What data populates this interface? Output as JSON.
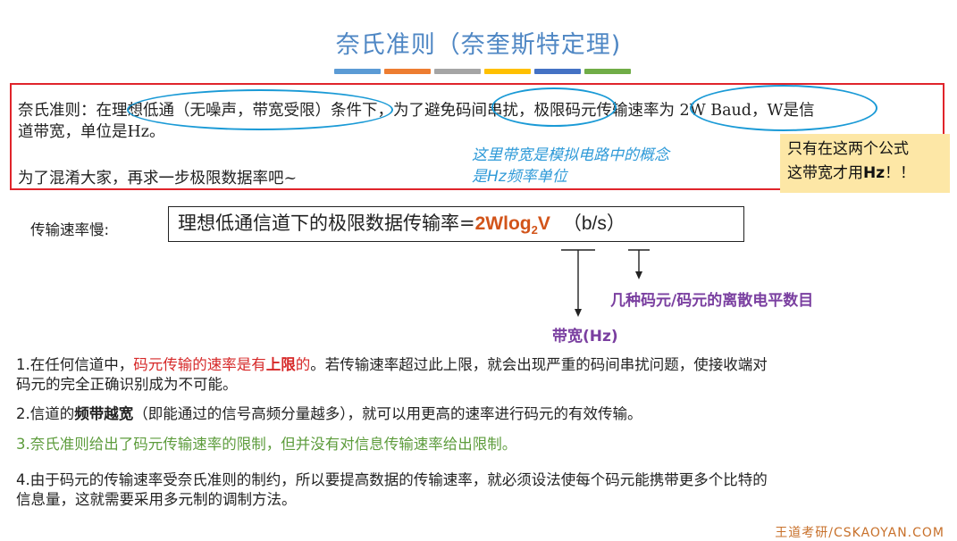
{
  "slide": {
    "title": "奈氏准则（奈奎斯特定理)",
    "color_bars": [
      "#5b9bd5",
      "#ed7d31",
      "#a5a5a5",
      "#ffc000",
      "#4472c4",
      "#70ad47"
    ],
    "definition": {
      "line1": "奈氏准则：在理想低通（无噪声，带宽受限）条件下，为了避免码间串扰，极限码元传输速率为 2W Baud，W是信",
      "line2": "道带宽，单位是Hz。",
      "line3": "为了混淆大家，再求一步极限数据率吧~"
    },
    "note_blue": {
      "line1": "这里带宽是模拟电路中的概念",
      "line2": "是Hz频率单位"
    },
    "note_yellow": {
      "line1": "只有在这两个公式",
      "line2_a": "这带宽才用",
      "line2_b": "Hz",
      "line2_c": "！！"
    },
    "formula": {
      "label": "传输速率慢:",
      "text": "理想低通信道下的极限数据传输率=",
      "expr_a": "2Wlog",
      "expr_sub": "2",
      "expr_b": "V",
      "unit": "（b/s）"
    },
    "annotations": {
      "levels": "几种码元/码元的离散电平数目",
      "bandwidth": "带宽(Hz)"
    },
    "items": {
      "i1_a": "1.在任何信道中，",
      "i1_b": "码元传输的速率是有",
      "i1_c": "上限",
      "i1_d": "的",
      "i1_e": "。若传输速率超过此上限，就会出现严重的码间串扰问题，使接收端对",
      "i1_line2": "码元的完全正确识别成为不可能。",
      "i2_a": "2.信道的",
      "i2_b": "频带越宽",
      "i2_c": "（即能通过的信号高频分量越多），就可以用更高的速率进行码元的有效传输。",
      "i3": "3.奈氏准则给出了码元传输速率的限制，但并没有对信息传输速率给出限制。",
      "i4_line1": "4.由于码元的传输速率受奈氏准则的制约，所以要提高数据的传输速率，就必须设法使每个码元能携带更多个比特的",
      "i4_line2": "信息量，这就需要采用多元制的调制方法。"
    },
    "footer": "王道考研/CSKAOYAN.COM"
  }
}
